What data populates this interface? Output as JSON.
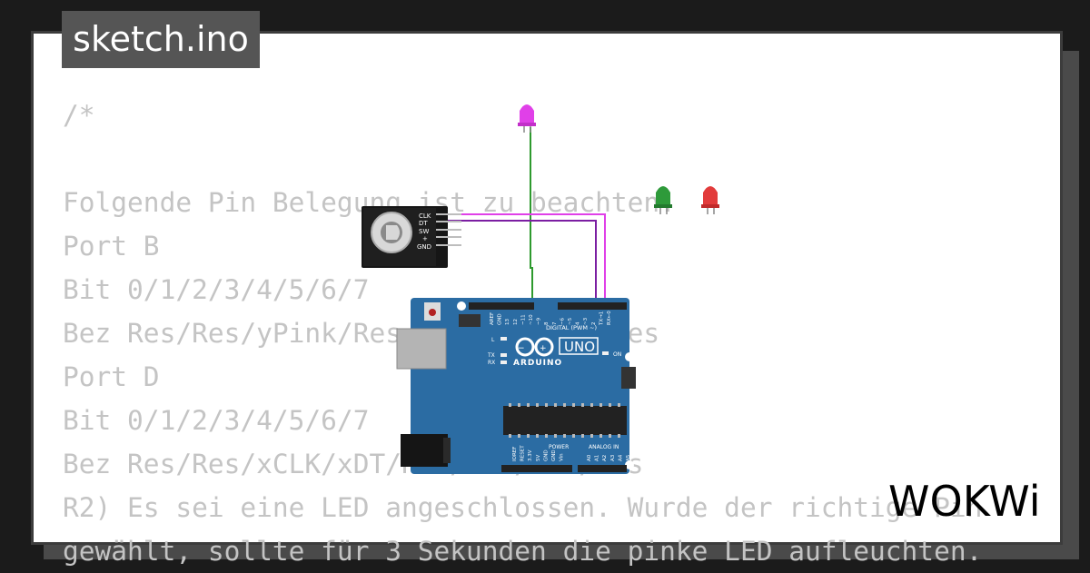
{
  "file": {
    "title": "sketch.ino"
  },
  "code": {
    "lines": [
      "/*",
      "",
      "Folgende Pin Belegung ist zu beachten:",
      "Port B",
      "Bit 0/1/2/3/4/5/6/7",
      "Bez Res/Res/yPink/Res/Res/Res/Res/Res",
      "Port D",
      "Bit 0/1/2/3/4/5/6/7",
      "Bez Res/Res/xCLK/xDT/Res/Res/Res/Res",
      "R2) Es sei eine LED angeschlossen. Wurde der richtige Pin",
      "gewählt, sollte für 3 Sekunden die pinke LED aufleuchten."
    ]
  },
  "components": {
    "encoder": {
      "pins": [
        "CLK",
        "DT",
        "SW",
        "+",
        "GND"
      ]
    },
    "arduino": {
      "model": "UNO",
      "brand": "ARDUINO",
      "labels": {
        "digital": "DIGITAL (PWM ~)",
        "power": "POWER",
        "analog": "ANALOG IN",
        "on": "ON",
        "l": "L",
        "tx": "TX",
        "rx": "RX"
      },
      "digital_pins": [
        "AREF",
        "GND",
        "13",
        "12",
        "~11",
        "~10",
        "~9",
        "8",
        "7",
        "~6",
        "~5",
        "4",
        "~3",
        "2",
        "TX→1",
        "RX←0"
      ],
      "power_pins": [
        "IOREF",
        "RESET",
        "3.3V",
        "5V",
        "GND",
        "GND",
        "Vin"
      ],
      "analog_pins": [
        "A0",
        "A1",
        "A2",
        "A3",
        "A4",
        "A5"
      ]
    },
    "leds": [
      {
        "name": "pink",
        "color": "#e040e8"
      },
      {
        "name": "green",
        "color": "#2e9a3a"
      },
      {
        "name": "red",
        "color": "#e23b3b"
      }
    ],
    "wire_colors": {
      "green": "#2e9a2e",
      "pink": "#e040e8",
      "purple": "#7b1fa2"
    }
  },
  "brand": {
    "logo_text": "WOKWi"
  },
  "theme": {
    "board": "#2b6ca3",
    "background": "#1b1b1b",
    "tab": "#555555",
    "code_text": "#c4c4c4"
  }
}
